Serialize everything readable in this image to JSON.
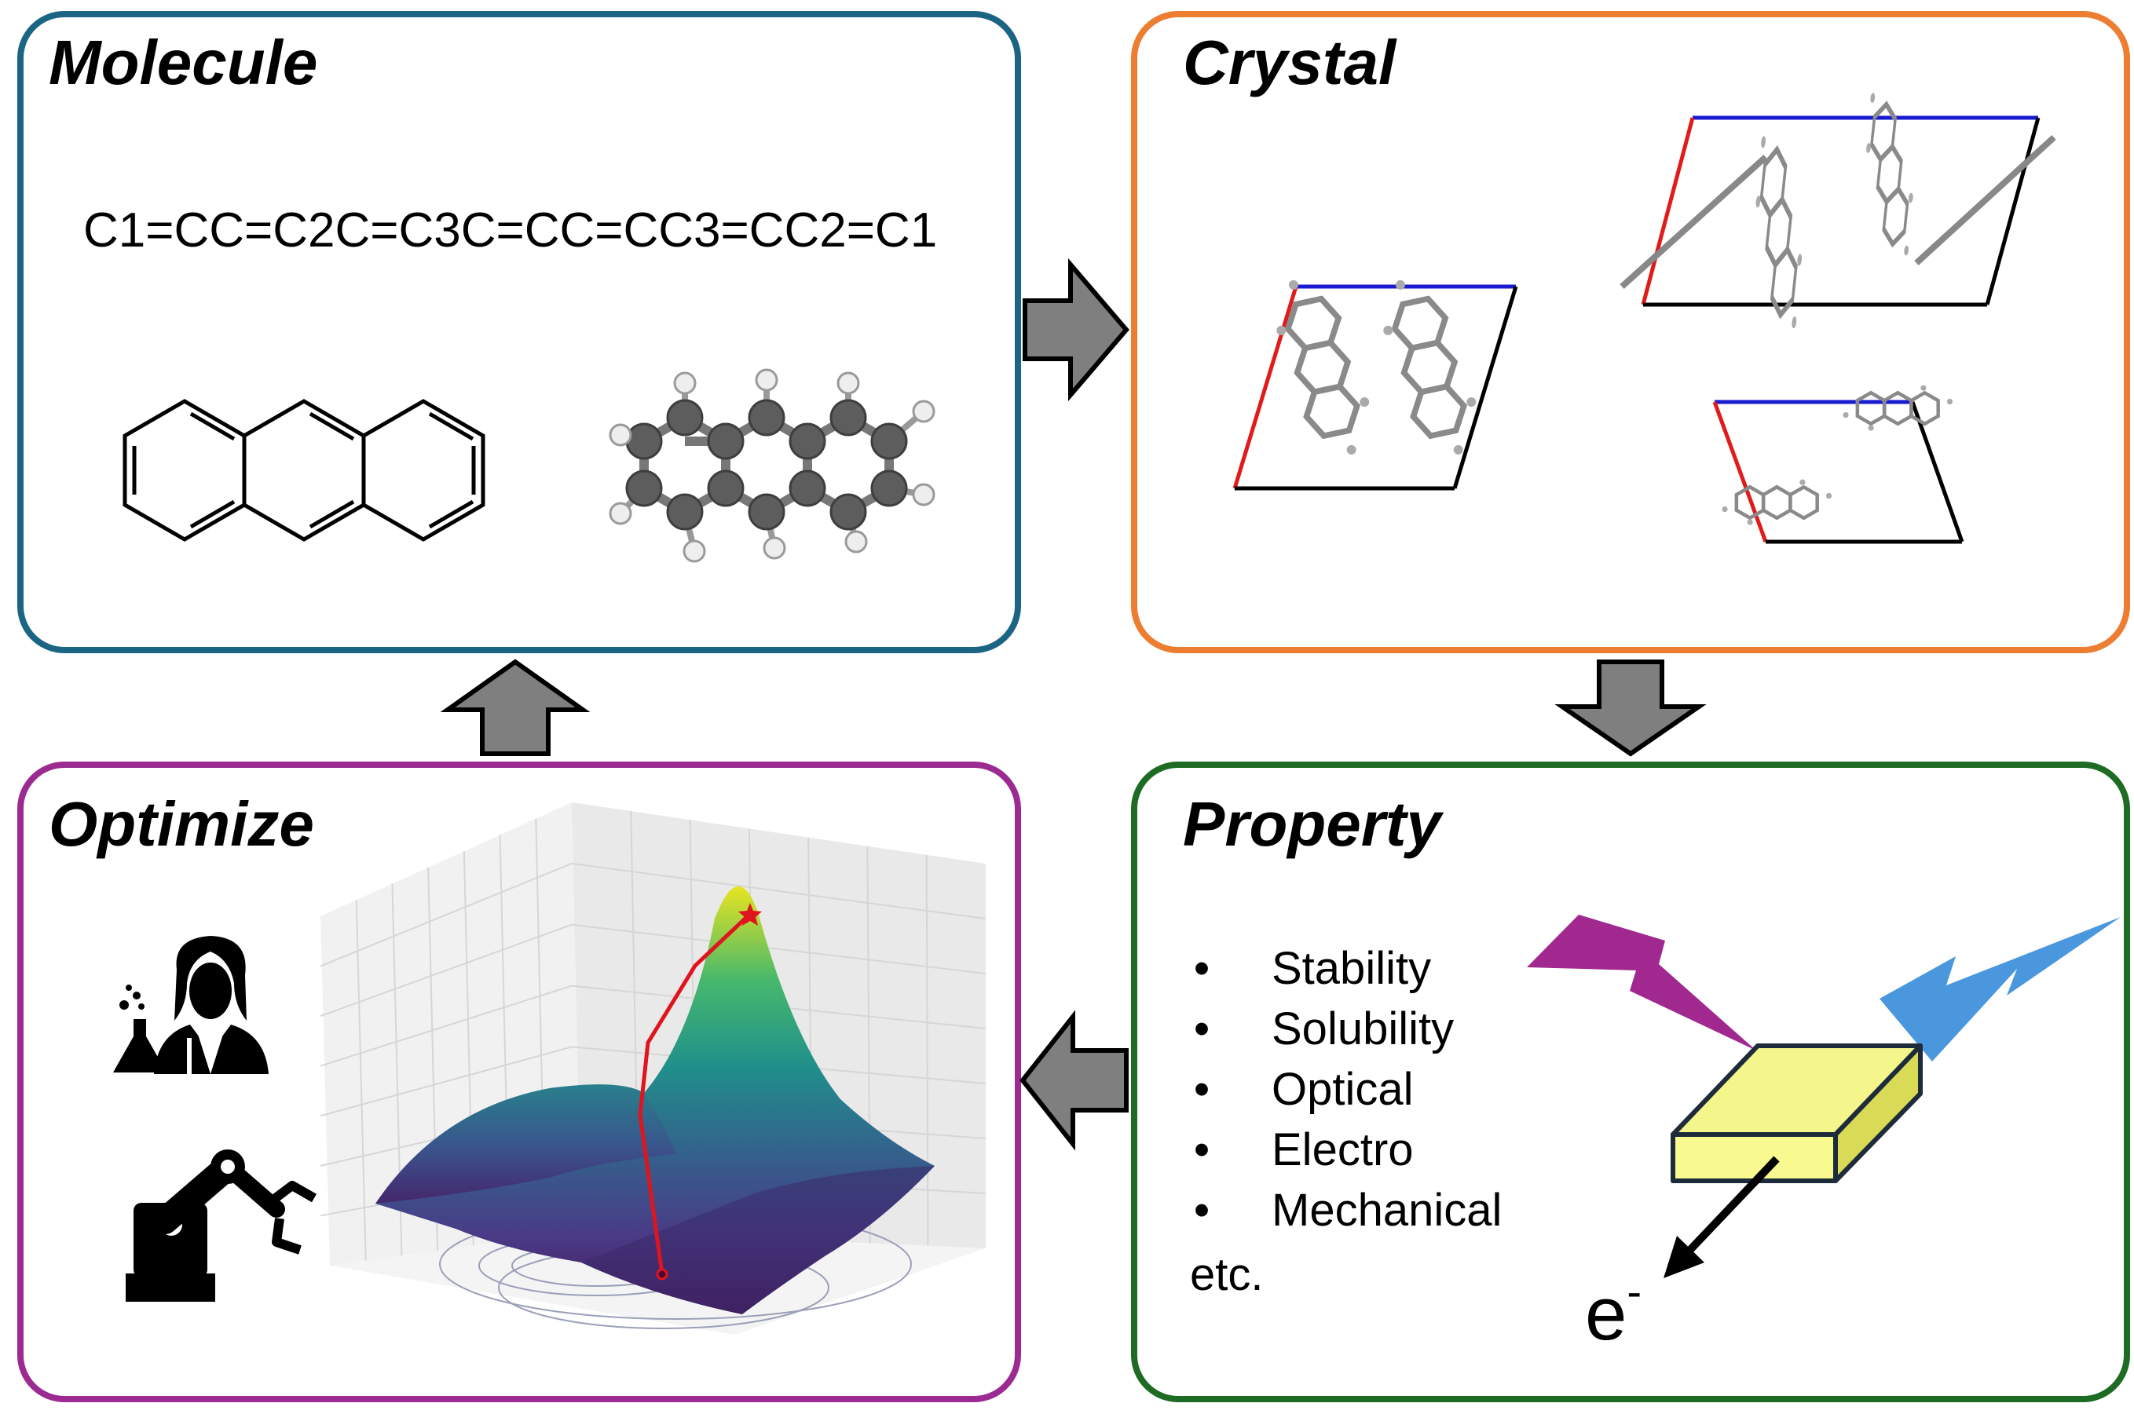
{
  "panels": {
    "molecule": {
      "title": "Molecule",
      "smiles": "C1=CC=C2C=C3C=CC=CC3=CC2=C1",
      "border_color": "#1b6484"
    },
    "crystal": {
      "title": "Crystal",
      "border_color": "#ed7d31"
    },
    "property": {
      "title": "Property",
      "border_color": "#1e6b24",
      "items": [
        "Stability",
        "Solubility",
        "Optical",
        "Electro",
        "Mechanical"
      ],
      "bullet": "•",
      "etc": "etc.",
      "electron_base": "e",
      "electron_sup": "-"
    },
    "optimize": {
      "title": "Optimize",
      "border_color": "#9b2b91"
    }
  },
  "colors": {
    "flow_arrow_fill": "#7f7f7f",
    "lightning_in": "#a0288f",
    "lightning_out": "#4b97de",
    "crystal_slab": "#f4f58a",
    "cell_a_axis": "#e01b1b",
    "cell_b_axis": "#1a1ad1",
    "optimization_path": "#e0141e"
  },
  "icons": [
    "scientist-icon",
    "robot-arm-icon",
    "flow-arrow-right-icon",
    "flow-arrow-down-icon",
    "flow-arrow-left-icon",
    "flow-arrow-up-icon"
  ]
}
